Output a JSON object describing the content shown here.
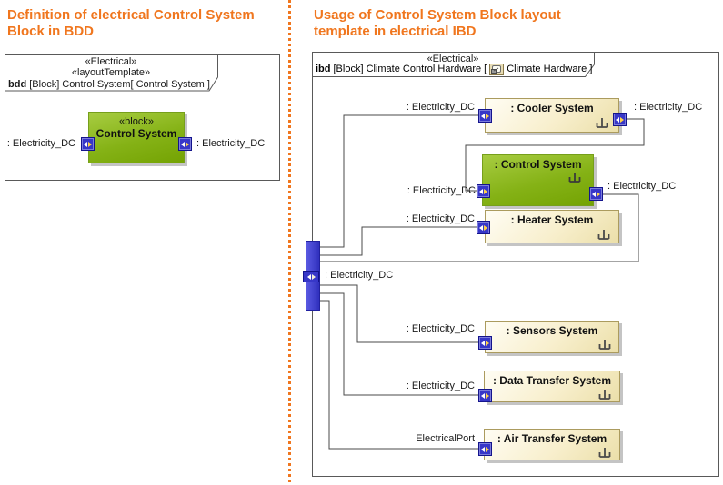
{
  "colors": {
    "accent_orange": "#F0761E",
    "frame_gray": "#595959",
    "connector_gray": "#4A4A4A",
    "block_green_top": "#A7CC41",
    "block_green_bottom": "#74A303",
    "block_cream_top": "#FFFDF4",
    "block_cream_bottom": "#EBDFA9",
    "cream_border": "#AB9B5E",
    "port_blue": "#3737C8",
    "port_arrow_yellow": "#FFD24A"
  },
  "icons": {
    "structure_icon": "rake-structure-icon",
    "port_icon": "bidirectional-flow-arrows",
    "header_diagram_icon": "ibd-diagram-thumbnail"
  },
  "left_panel": {
    "title": "Definition of electrical Control System\nBlock in BDD",
    "frame_header": {
      "stereotype_line1": "«Electrical»",
      "stereotype_line2": "«layoutTemplate»",
      "diagram_kind": "bdd",
      "diagram_name": "[Block] Control System[ Control System ]"
    },
    "block": {
      "stereotype": "«block»",
      "name": "Control System"
    },
    "left_port_label": ": Electricity_DC",
    "right_port_label": ": Electricity_DC"
  },
  "right_panel": {
    "title": "Usage of Control System Block layout\ntemplate in electrical IBD",
    "frame_header": {
      "stereotype_line1": "«Electrical»",
      "diagram_kind": "ibd",
      "diagram_name_pre": "[Block] Climate Control Hardware [",
      "diagram_name_post": "Climate Hardware ]"
    },
    "boundary_port_label": ": Electricity_DC",
    "parts": [
      {
        "name": ": Cooler System",
        "left_port_label": ": Electricity_DC",
        "right_port_label": ": Electricity_DC"
      },
      {
        "name": ": Control System",
        "left_port_label": ": Electricity_DC",
        "right_port_label": ": Electricity_DC"
      },
      {
        "name": ": Heater System",
        "left_port_label": ": Electricity_DC"
      },
      {
        "name": ": Sensors System",
        "left_port_label": ": Electricity_DC"
      },
      {
        "name": ": Data Transfer System",
        "left_port_label": ": Electricity_DC"
      },
      {
        "name": ": Air Transfer System",
        "left_port_label": "ElectricalPort"
      }
    ]
  }
}
